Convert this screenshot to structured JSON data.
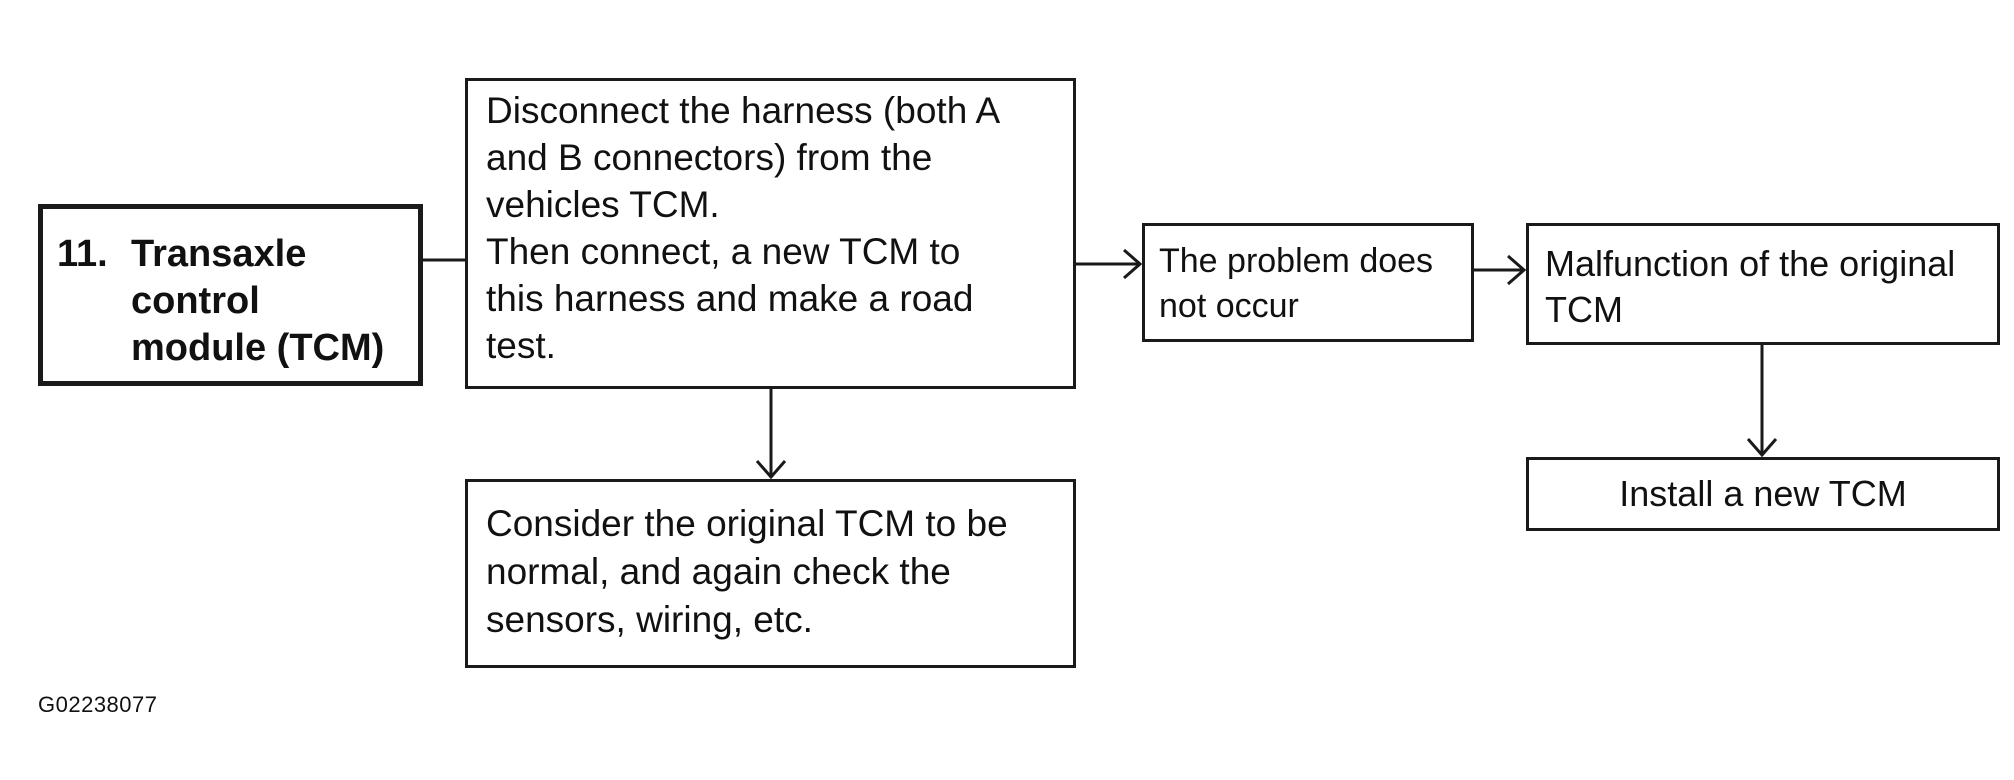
{
  "boxes": {
    "tcm": {
      "number": "11.",
      "lines": [
        "Transaxle",
        "control",
        "module (TCM)"
      ]
    },
    "disconnect": {
      "lines": [
        "Disconnect the harness (both A",
        "and B connectors) from the",
        "vehicles TCM.",
        "Then connect, a new TCM to",
        "this harness and make a road",
        "test."
      ]
    },
    "consider": {
      "lines": [
        "Consider the original TCM to be",
        "normal, and again check the",
        "sensors, wiring, etc."
      ]
    },
    "problem": {
      "lines": [
        "The problem does",
        "not occur"
      ]
    },
    "malfunction": {
      "lines": [
        "Malfunction of the original",
        "TCM"
      ]
    },
    "install": {
      "lines": [
        "Install a new TCM"
      ]
    }
  },
  "diagram_code": "G02238077",
  "colors": {
    "line": "#1a1a1a",
    "background": "#ffffff"
  }
}
